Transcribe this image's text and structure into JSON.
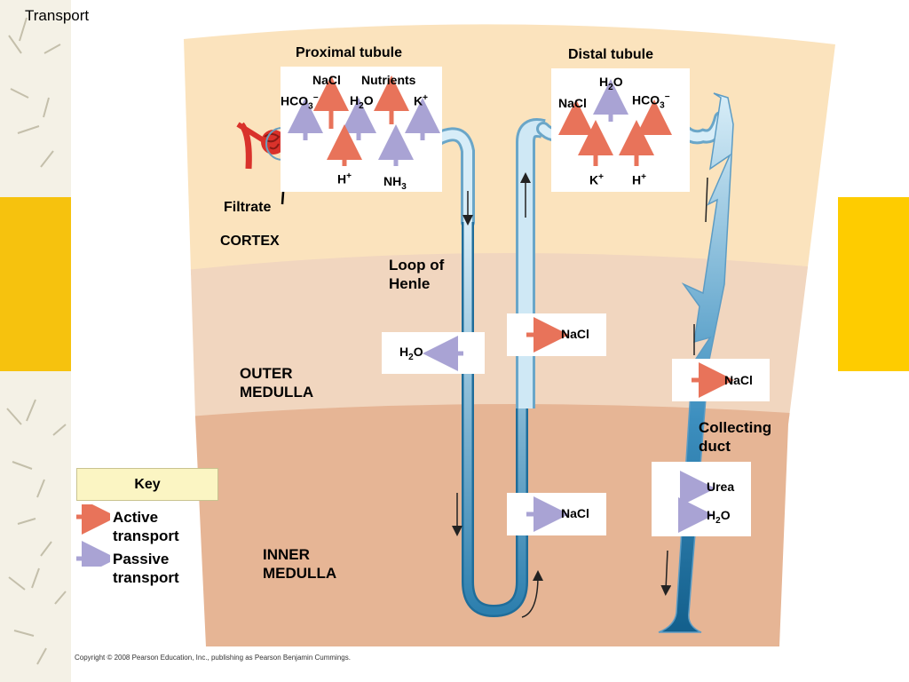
{
  "slide": {
    "title": "Transport"
  },
  "regions": {
    "cortex": "CORTEX",
    "outer_medulla": [
      "OUTER",
      "MEDULLA"
    ],
    "inner_medulla": [
      "INNER",
      "MEDULLA"
    ]
  },
  "structures": {
    "proximal_tubule": "Proximal tubule",
    "distal_tubule": "Distal tubule",
    "loop_of_henle": [
      "Loop of",
      "Henle"
    ],
    "collecting_duct": [
      "Collecting",
      "duct"
    ],
    "filtrate": "Filtrate"
  },
  "proximal_box": {
    "nacl": "NaCl",
    "nutrients": "Nutrients",
    "hco3": "HCO",
    "hco3_sub": "3",
    "hco3_sup": "−",
    "h2o": "H",
    "h2o_sub": "2",
    "h2o_tail": "O",
    "k": "K",
    "k_sup": "+",
    "h": "H",
    "h_sup": "+",
    "nh3": "NH",
    "nh3_sub": "3"
  },
  "distal_box": {
    "h2o": "H",
    "h2o_sub": "2",
    "h2o_tail": "O",
    "nacl": "NaCl",
    "hco3": "HCO",
    "hco3_sub": "3",
    "hco3_sup": "−",
    "k": "K",
    "k_sup": "+",
    "h": "H",
    "h_sup": "+"
  },
  "loop_boxes": {
    "desc_h2o": "H",
    "desc_h2o_sub": "2",
    "desc_h2o_tail": "O",
    "asc_thick_nacl": "NaCl",
    "asc_thin_nacl": "NaCl"
  },
  "duct_boxes": {
    "outer_nacl": "NaCl",
    "urea": "Urea",
    "h2o": "H",
    "h2o_sub": "2",
    "h2o_tail": "O"
  },
  "key": {
    "title": "Key",
    "active": [
      "Active",
      "transport"
    ],
    "passive": [
      "Passive",
      "transport"
    ]
  },
  "colors": {
    "active_arrow": "#e8735a",
    "passive_arrow": "#a9a3d4",
    "cortex_bg": "#fbe3bd",
    "outer_medulla_bg": "#f1d6bf",
    "inner_medulla_bg": "#e6b595",
    "tubule_light": "#cfe8f5",
    "tubule_dark": "#1f6d9a"
  },
  "copyright": "Copyright © 2008 Pearson Education, Inc., publishing as Pearson Benjamin Cummings."
}
